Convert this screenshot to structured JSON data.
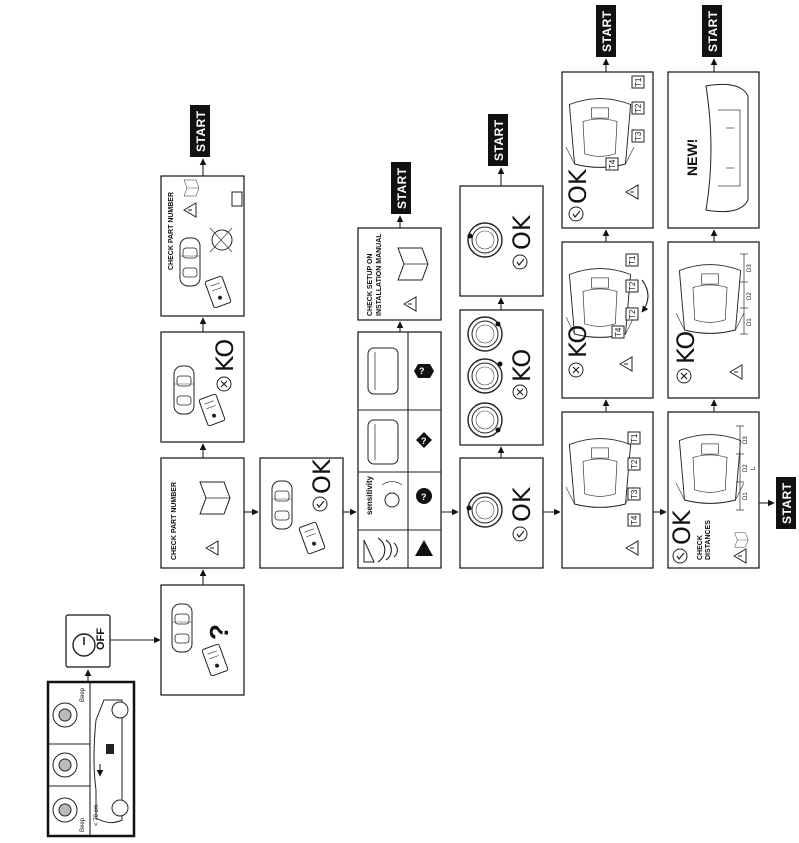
{
  "power": {
    "label": "OFF"
  },
  "start_label": "START",
  "ok_label": "OK",
  "ko_label": "KO",
  "new_label": "NEW!",
  "question_mark": "?",
  "check_part_number": "CHECK PART NUMBER",
  "check_setup": {
    "line1": "CHECK SETUP ON",
    "line2": "INSTALLATION MANUAL"
  },
  "check_distances": {
    "line1": "CHECK",
    "line2": "DISTANCES"
  },
  "sensitivity_label": "sensitivity",
  "beep_label": "Beep",
  "distance_label": "< 70 cm",
  "sensor_tags": [
    "T1",
    "T2",
    "T3",
    "T4"
  ],
  "dimension_tags": [
    "D1",
    "D2",
    "D3"
  ],
  "dimension_total": "L"
}
